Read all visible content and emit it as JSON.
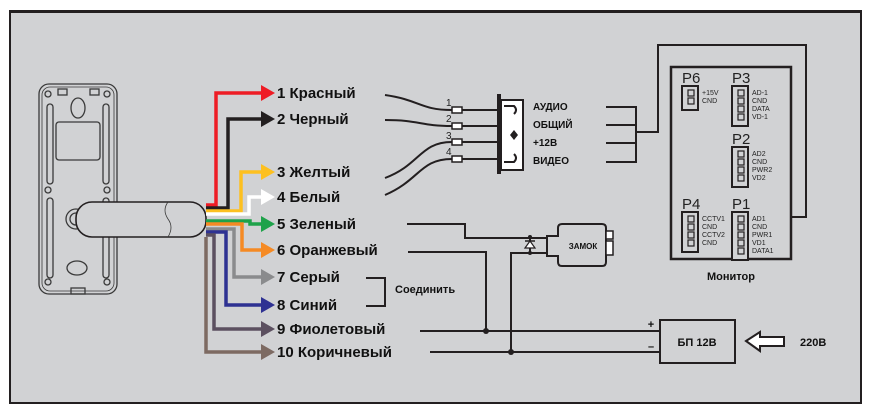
{
  "diagram": {
    "wires": [
      {
        "num": "1",
        "label": "1 Красный",
        "color": "#ee1c25"
      },
      {
        "num": "2",
        "label": "2 Черный",
        "color": "#231f20"
      },
      {
        "num": "3",
        "label": "3 Желтый",
        "color": "#fdc020"
      },
      {
        "num": "4",
        "label": "4 Белый",
        "color": "#ffffff"
      },
      {
        "num": "5",
        "label": "5 Зеленый",
        "color": "#1ea24a"
      },
      {
        "num": "6",
        "label": "6 Оранжевый",
        "color": "#f58a24"
      },
      {
        "num": "7",
        "label": "7 Серый",
        "color": "#8a8b8d"
      },
      {
        "num": "8",
        "label": "8 Синий",
        "color": "#2e3192"
      },
      {
        "num": "9",
        "label": "9 Фиолетовый",
        "color": "#5c5060"
      },
      {
        "num": "10",
        "label": "10 Коричневый",
        "color": "#7d6a62"
      }
    ],
    "connect_label": "Соединить",
    "plug": {
      "pins": [
        "1",
        "2",
        "3",
        "4"
      ],
      "signals": [
        "АУДИО",
        "ОБЩИЙ",
        "+12В",
        "ВИДЕО"
      ]
    },
    "lock_label": "ЗАМОК",
    "psu": {
      "label": "БП 12В",
      "plus": "+",
      "minus": "–",
      "input": "220В"
    },
    "monitor": {
      "title": "Монитор",
      "connectors": [
        {
          "name": "P6",
          "pins": [
            "+15V",
            "CND"
          ]
        },
        {
          "name": "P3",
          "pins": [
            "AD-1",
            "CND",
            "DATA",
            "VD-1"
          ]
        },
        {
          "name": "P2",
          "pins": [
            "AD2",
            "CND",
            "PWR2",
            "VD2"
          ]
        },
        {
          "name": "P4",
          "pins": [
            "CCTV1",
            "CND",
            "CCTV2",
            "CND"
          ]
        },
        {
          "name": "P1",
          "pins": [
            "AD1",
            "CND",
            "PWR1",
            "VD1",
            "DATA1"
          ]
        }
      ]
    }
  }
}
